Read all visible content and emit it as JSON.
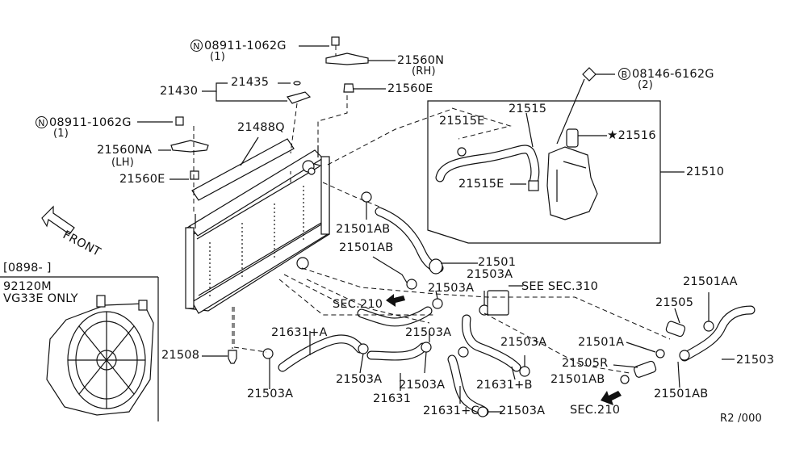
{
  "labels": {
    "n08911_top": "08911-1062G",
    "n08911_top_qty": "(1)",
    "p21560N": "21560N",
    "p21560N_side": "(RH)",
    "p21435": "21435",
    "p21430": "21430",
    "p21560E_top": "21560E",
    "n08911_left": "08911-1062G",
    "n08911_left_qty": "(1)",
    "p21488Q": "21488Q",
    "p21560NA": "21560NA",
    "p21560NA_side": "(LH)",
    "p21560E_left": "21560E",
    "front": "FRONT",
    "b08146": "08146-6162G",
    "b08146_qty": "(2)",
    "p21515": "21515",
    "p21515E_a": "21515E",
    "p21516": "21516",
    "p21510": "21510",
    "p21515E_b": "21515E",
    "p21501AB_a": "21501AB",
    "p21501AB_b": "21501AB",
    "p21501": "21501",
    "p21503A_a": "21503A",
    "p21503A_b": "21503A",
    "see_sec310": "SEE SEC.310",
    "sec210_a": "SEC.210",
    "p21501AA": "21501AA",
    "p21505": "21505",
    "p21631A": "21631+A",
    "p21503A_c": "21503A",
    "p21503A_d": "21503A",
    "p21501A": "21501A",
    "p21503": "21503",
    "p21508": "21508",
    "p21503A_e": "21503A",
    "p21631": "21631",
    "p21503A_f": "21503A",
    "p21631B": "21631+B",
    "p21505R": "21505R",
    "p21501AB_c": "21501AB",
    "p21501AB_d": "21501AB",
    "p21503A_g": "21503A",
    "p21631C": "21631+C",
    "p21503A_h": "21503A",
    "sec210_b": "SEC.210",
    "inset_date": "[0898-    ]",
    "inset_part": "92120M",
    "inset_note": "VG33E ONLY",
    "ref": "R2 /000",
    "sym_n": "N",
    "sym_b": "B",
    "sym_star": "★"
  }
}
